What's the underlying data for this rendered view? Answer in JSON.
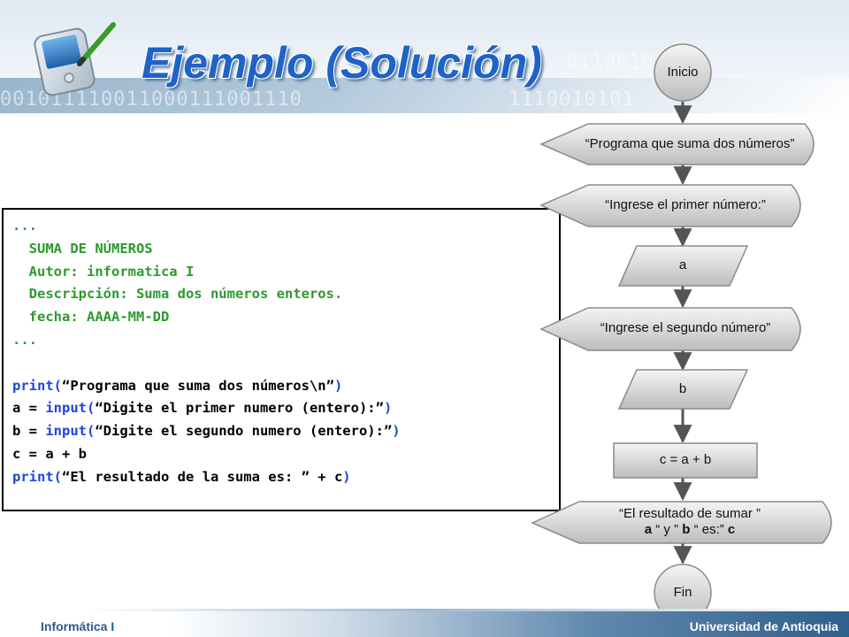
{
  "slide": {
    "title": "Ejemplo (Solución)",
    "footer_left": "Informática I",
    "footer_right": "Universidad de Antioquia",
    "background_binary": [
      "001011110011000111001110",
      "0110010",
      "1110010101"
    ]
  },
  "code_panel": {
    "lines": [
      [
        {
          "t": "...",
          "c": "green"
        }
      ],
      [
        {
          "t": "  SUMA DE NÚMEROS",
          "c": "green"
        }
      ],
      [
        {
          "t": "  Autor: informatica I",
          "c": "green"
        }
      ],
      [
        {
          "t": "  Descripción: Suma dos números enteros.",
          "c": "green"
        }
      ],
      [
        {
          "t": "  fecha: AAAA-MM-DD",
          "c": "green"
        }
      ],
      [
        {
          "t": "...",
          "c": "green"
        }
      ],
      [
        {
          "t": "",
          "c": "black"
        }
      ],
      [
        {
          "t": "print(",
          "c": "blue"
        },
        {
          "t": "“Programa que suma dos números\\n”",
          "c": "black"
        },
        {
          "t": ")",
          "c": "blue"
        }
      ],
      [
        {
          "t": "a = ",
          "c": "black"
        },
        {
          "t": "input(",
          "c": "blue"
        },
        {
          "t": "“Digite el primer numero (entero):”",
          "c": "black"
        },
        {
          "t": ")",
          "c": "blue"
        }
      ],
      [
        {
          "t": "b = ",
          "c": "black"
        },
        {
          "t": "input(",
          "c": "blue"
        },
        {
          "t": "“Digite el segundo numero (entero):”",
          "c": "black"
        },
        {
          "t": ")",
          "c": "blue"
        }
      ],
      [
        {
          "t": "c = a + b",
          "c": "black"
        }
      ],
      [
        {
          "t": "print(",
          "c": "blue"
        },
        {
          "t": "“El resultado de la suma es: ” + c",
          "c": "black"
        },
        {
          "t": ")",
          "c": "blue"
        }
      ]
    ]
  },
  "flowchart": {
    "start": "Inicio",
    "display_1": "“Programa que suma dos números”",
    "display_2": "“Ingrese el primer número:”",
    "input_a": "a",
    "display_3": "“Ingrese el segundo número”",
    "input_b": "b",
    "process": "c = a + b",
    "output_prefix": "“El resultado de sumar ”",
    "output_a": "a",
    "output_mid1": " “ y ” ",
    "output_b": "b",
    "output_mid2": " “ es:” ",
    "output_c": "c",
    "end": "Fin"
  },
  "colors": {
    "title": "#1f62c8",
    "shape_fill_top": "#f4f4f4",
    "shape_fill_bottom": "#bdbdbd",
    "shape_stroke": "#8a8a8a",
    "connector": "#555555"
  }
}
